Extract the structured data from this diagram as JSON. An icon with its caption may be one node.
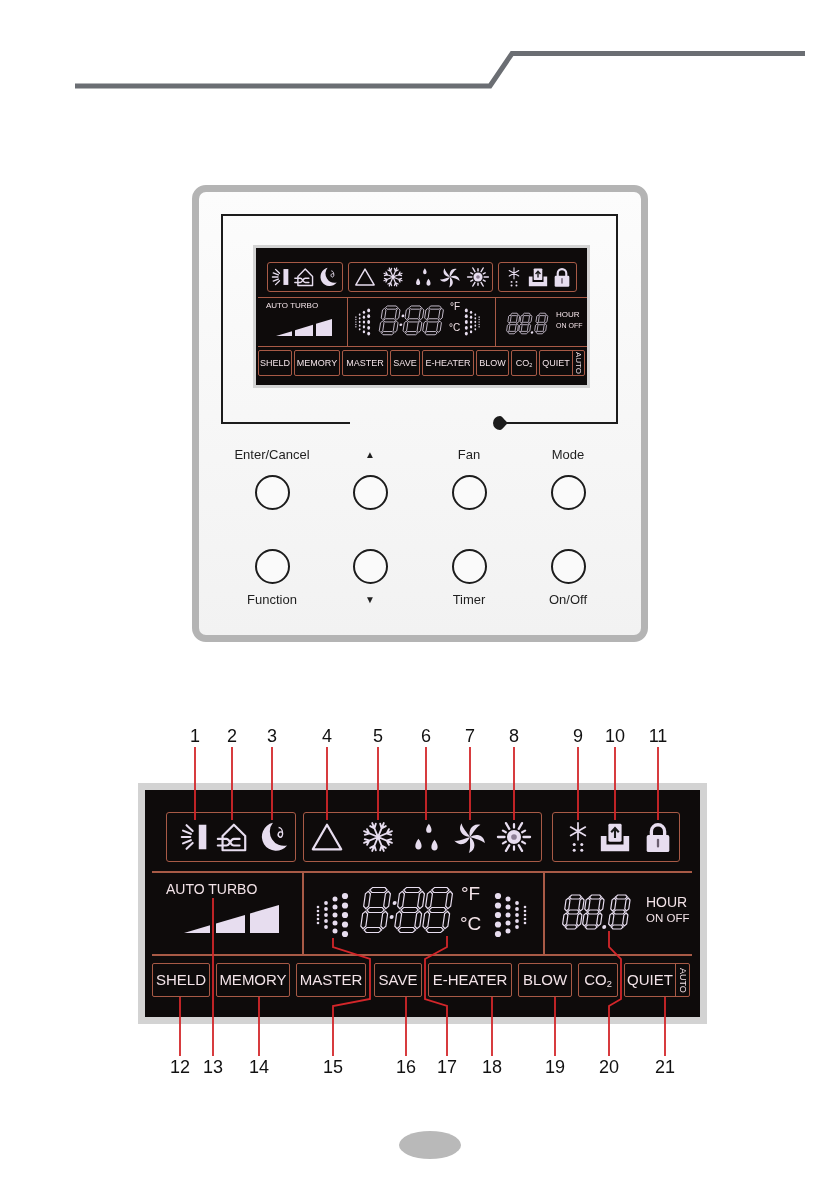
{
  "diagram": {
    "nodes": [
      {
        "text": [],
        "shape": "box"
      },
      {
        "text": [],
        "shape": "box",
        "in": 0
      },
      {
        "text": [],
        "shape": "box",
        "in": 1
      },
      {
        "text": [],
        "shape": "box",
        "in": 1
      },
      {
        "text": [],
        "shape": "box",
        "in": 1
      },
      {
        "text": [
          "SHELD"
        ],
        "in": 1
      },
      {
        "text": [
          "MEMORY"
        ],
        "in": 1
      },
      {
        "text": [
          "MASTER"
        ],
        "in": 1
      },
      {
        "text": [
          "SAVE"
        ],
        "in": 1
      },
      {
        "text": [
          "E-HEATER"
        ],
        "in": 1
      },
      {
        "text": [
          "BLOW"
        ],
        "in": 1
      },
      {
        "text": [
          "CO$_{2}$"
        ],
        "in": 1
      },
      {
        "text": [
          "QUIET",
          "AUTO"
        ],
        "in": 1
      },
      {
        "text": [
          "Enter/Cancel"
        ],
        "in": 0
      },
      {
        "text": [
          "▲"
        ],
        "in": 0
      },
      {
        "text": [
          "Fan"
        ],
        "in": 0
      },
      {
        "text": [
          "Mode"
        ],
        "in": 0
      },
      {
        "text": [
          "Function"
        ],
        "in": 0
      },
      {
        "text": [
          "▼"
        ],
        "in": 0
      },
      {
        "text": [
          "Timer"
        ],
        "in": 0
      },
      {
        "text": [
          "On/Off"
        ],
        "in": 0
      },
      {
        "text": [
          "1"
        ]
      },
      {
        "text": [
          "2"
        ]
      },
      {
        "text": [
          "3"
        ]
      },
      {
        "text": [
          "4"
        ]
      },
      {
        "text": [
          "5"
        ]
      },
      {
        "text": [
          "6"
        ]
      },
      {
        "text": [
          "7"
        ]
      },
      {
        "text": [
          "8"
        ]
      },
      {
        "text": [
          "9"
        ]
      },
      {
        "text": [
          "10"
        ]
      },
      {
        "text": [
          "11"
        ]
      },
      {
        "text": [],
        "shape": "box"
      },
      {
        "text": [],
        "shape": "box",
        "in": 32
      },
      {
        "text": [],
        "shape": "picture",
        "in": 33
      },
      {
        "text": [],
        "shape": "picture",
        "in": 33
      },
      {
        "text": [],
        "shape": "picture",
        "in": 33
      },
      {
        "text": [],
        "shape": "box",
        "in": 32
      },
      {
        "text": [],
        "shape": "picture",
        "in": 37
      },
      {
        "text": [],
        "shape": "picture",
        "in": 37
      },
      {
        "text": [],
        "shape": "picture",
        "in": 37
      },
      {
        "text": [],
        "shape": "picture",
        "in": 37
      },
      {
        "text": [],
        "shape": "picture",
        "in": 37
      },
      {
        "text": [],
        "shape": "box",
        "in": 32
      },
      {
        "text": [],
        "shape": "picture",
        "in": 43
      },
      {
        "text": [],
        "shape": "picture",
        "in": 43
      },
      {
        "text": [],
        "shape": "picture",
        "in": 43
      },
      {
        "text": [
          "AUTO TURBO"
        ],
        "in": 32
      },
      {
        "text": [],
        "shape": "picture",
        "in": 32
      },
      {
        "text": [],
        "shape": "picture",
        "in": 32
      },
      {
        "text": [],
        "shape": "picture",
        "in": 32
      },
      {
        "text": [
          "SHELD"
        ],
        "in": 32
      },
      {
        "text": [
          "MEMORY"
        ],
        "in": 32
      },
      {
        "text": [
          "MASTER"
        ],
        "in": 32
      },
      {
        "text": [
          "SAVE"
        ],
        "in": 32
      },
      {
        "text": [
          "E-HEATER"
        ],
        "in": 32
      },
      {
        "text": [
          "BLOW"
        ],
        "in": 32
      },
      {
        "text": [
          "CO$_{2}$"
        ],
        "in": 32
      },
      {
        "text": [
          "QUIET",
          "AUTO"
        ],
        "in": 32
      },
      {
        "text": [
          "12"
        ]
      },
      {
        "text": [
          "13"
        ]
      },
      {
        "text": [
          "14"
        ]
      },
      {
        "text": [
          "15"
        ]
      },
      {
        "text": [
          "16"
        ]
      },
      {
        "text": [
          "17"
        ]
      },
      {
        "text": [
          "18"
        ]
      },
      {
        "text": [
          "19"
        ]
      },
      {
        "text": [
          "20"
        ]
      },
      {
        "text": [
          "21"
        ]
      }
    ],
    "edges": [
      {
        "from": 21,
        "to": 34,
        "arrow": "none"
      },
      {
        "from": 22,
        "to": 35,
        "arrow": "none"
      },
      {
        "from": 23,
        "to": 36,
        "arrow": "none"
      },
      {
        "from": 24,
        "to": 38,
        "arrow": "none"
      },
      {
        "from": 25,
        "to": 39,
        "arrow": "none"
      },
      {
        "from": 26,
        "to": 40,
        "arrow": "none"
      },
      {
        "from": 27,
        "to": 41,
        "arrow": "none"
      },
      {
        "from": 28,
        "to": 42,
        "arrow": "none"
      },
      {
        "from": 29,
        "to": 44,
        "arrow": "none"
      },
      {
        "from": 30,
        "to": 45,
        "arrow": "none"
      },
      {
        "from": 31,
        "to": 46,
        "arrow": "none"
      },
      {
        "from": 59,
        "to": 51,
        "arrow": "none"
      },
      {
        "from": 60,
        "to": 47,
        "arrow": "none"
      },
      {
        "from": 61,
        "to": 52,
        "arrow": "none"
      },
      {
        "from": 62,
        "to": 48,
        "arrow": "none"
      },
      {
        "from": 63,
        "to": 54,
        "arrow": "none"
      },
      {
        "from": 64,
        "to": 49,
        "arrow": "none"
      },
      {
        "from": 65,
        "to": 55,
        "arrow": "none"
      },
      {
        "from": 66,
        "to": 56,
        "arrow": "none"
      },
      {
        "from": 67,
        "to": 50,
        "arrow": "none"
      },
      {
        "from": 68,
        "to": 58,
        "arrow": "none"
      }
    ],
    "labels": [
      "AUTO TURBO",
      "°F",
      "°C",
      "HOUR",
      "ON OFF",
      "°F",
      "°C",
      "HOUR",
      "ON OFF"
    ]
  }
}
